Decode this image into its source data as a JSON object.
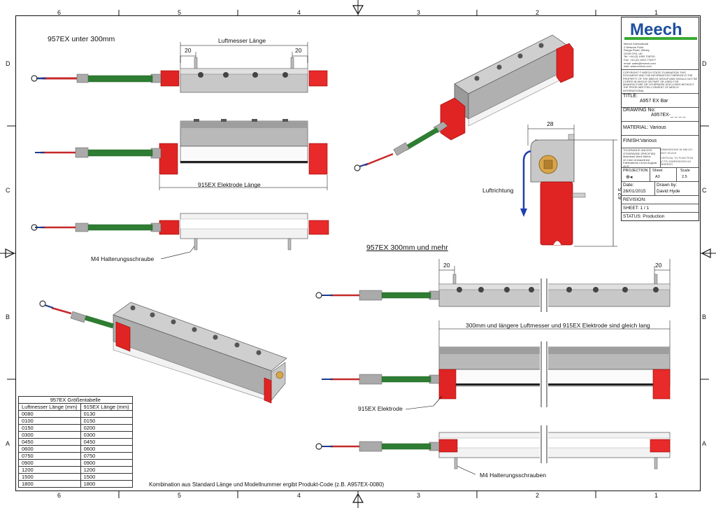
{
  "zones": {
    "top": [
      "6",
      "5",
      "4",
      "3",
      "2",
      "1"
    ],
    "side": [
      "D",
      "C",
      "B",
      "A"
    ]
  },
  "headings": {
    "under": "957EX unter 300mm",
    "over": "957EX 300mm und mehr"
  },
  "labels": {
    "luftmesser_laenge": "Luftmesser Länge",
    "elektrode_laenge": "915EX Elektrode Länge",
    "halterungsschraube": "M4 Halterungsschraube",
    "halterungsschrauben": "M4 Halterungsschrauben",
    "gleich_lang": "300mm und längere Luftmesser und 915EX Elektrode sind gleich lang",
    "elektrode": "915EX Elektrode",
    "luftrichtung": "Luftrichtung",
    "footer_note": "Kombination aus Standard Länge und Modellnummer ergibt Produkt-Code (z.B. A957EX-0080)"
  },
  "dimensions": {
    "d20": "20",
    "d28": "28",
    "d62": "62,5"
  },
  "title_block": {
    "logo": "Meech",
    "company_lines": [
      "Meech International",
      "2 Network Point",
      "Range Road, Witney",
      "OX29 0YN, UK",
      "Tel: +44 (0) 1993 706700",
      "Fax: +44 (0) 1993 776977",
      "email: sales@meech.com",
      "web: www.meech.com"
    ],
    "copyright": "COPYRIGHT © MEECH STATIC ELIMINATION THIS DOCUMENT AND THE INFORMATION THEREON IS THE PROPERTY OF THE MEECH GROUP AND SHOULD NOT BE COPIED IN WHOLE OR PART OR USED FOR MANUFACTURE OR OTHERWISE DISCLOSED WITHOUT THE PRIOR WRITTEN CONSENT OF MEECH INTERNATIONAL",
    "title_label": "TITLE:",
    "title_value": "A957 EX Bar",
    "drawing_label": "DRAWING No:",
    "drawing_value": "A957EX-_ _ _ _",
    "material_label": "MATERIAL:",
    "material_value": "Various",
    "finish_label": "FINISH:",
    "finish_value": "Various",
    "tolerance": "TOLERANCE UNLESS OTHERWISE SPECIFIED Machined Work Metric ±0.1mm Unmachined Fabrications ±1mm Angular ±0.5°",
    "dims_note": "DIMENSIONS IN MM DO NOT SCALE",
    "critical_note": "CRITICAL TO FUNCTION (CTF) DIMENSIONS AS MARKED",
    "projection_label": "PROJECTION",
    "sheet_label": "Sheet",
    "sheet_value": "A3",
    "scale_label": "Scale",
    "scale_value": "2.5",
    "date_label": "Date:",
    "date_value": "26/01/2015",
    "drawn_label": "Drawn by:",
    "drawn_value": "David Hyde",
    "revision_label": "REVISION:",
    "sheet_count": "SHEET: 1 / 1",
    "status": "STATUS: Production"
  },
  "size_table": {
    "title": "957EX Größentabelle",
    "headers": [
      "Luftmesser Länge (mm)",
      "915EX Länge (mm)"
    ],
    "rows": [
      [
        "0080",
        "0130"
      ],
      [
        "0100",
        "0150"
      ],
      [
        "0150",
        "0200"
      ],
      [
        "0300",
        "0300"
      ],
      [
        "0450",
        "0450"
      ],
      [
        "0600",
        "0600"
      ],
      [
        "0750",
        "0750"
      ],
      [
        "0900",
        "0900"
      ],
      [
        "1200",
        "1200"
      ],
      [
        "1500",
        "1500"
      ],
      [
        "1800",
        "1800"
      ]
    ]
  }
}
